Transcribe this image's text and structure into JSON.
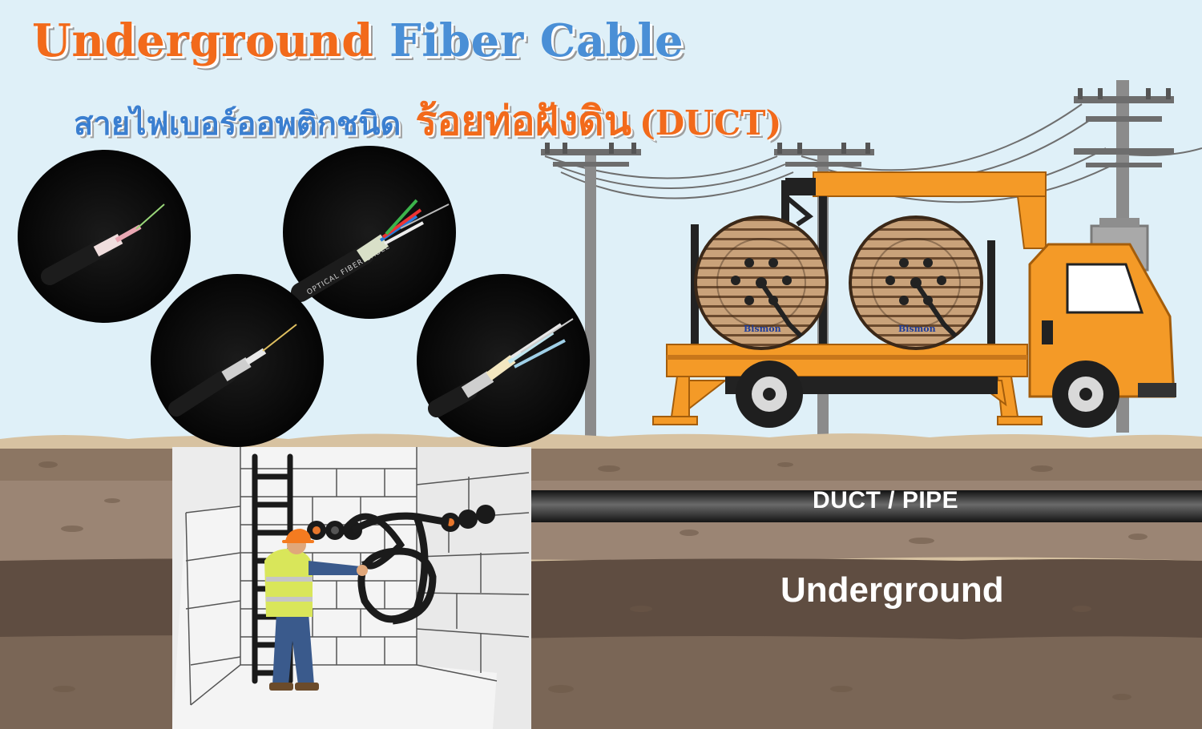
{
  "title": {
    "word1": "Underground",
    "word2": "Fiber Cable"
  },
  "subtitle": {
    "part1": "สายไฟเบอร์ออพติกชนิด",
    "part2": "ร้อยท่อฝังดิน",
    "part3": "(DUCT)"
  },
  "labels": {
    "duct": "DUCT / PIPE",
    "underground": "Underground"
  },
  "reels": {
    "brand": "Bismon"
  },
  "cable_print": "OPTICAL FIBER CABLE",
  "colors": {
    "sky": "#dff0f8",
    "title_orange": "#f26a1b",
    "title_blue": "#4a8fd6",
    "truck_orange": "#f49a27",
    "soil_top": "#b89a78",
    "soil_mid": "#7a6656",
    "soil_dark": "#5e4c40",
    "duct": "#2a2a2a"
  },
  "icons": [
    "fiber-cable-photo",
    "cable-reel",
    "truck",
    "power-pole",
    "worker",
    "ladder",
    "manhole"
  ]
}
